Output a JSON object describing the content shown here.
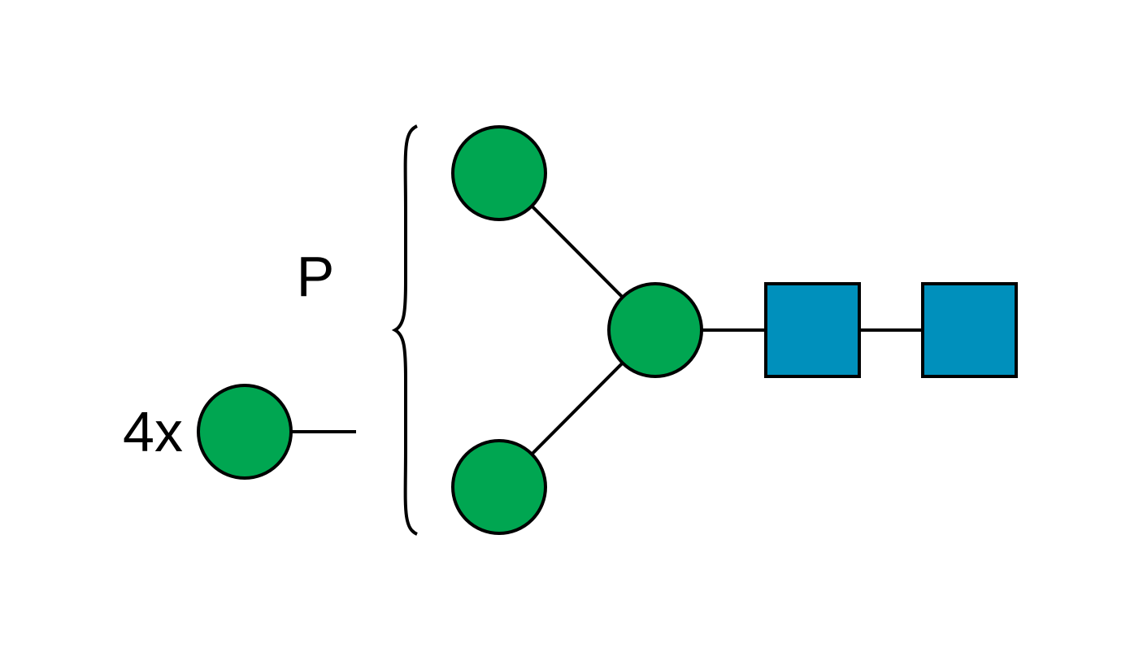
{
  "diagram": {
    "repeat_label": "4x",
    "group_label": "P",
    "colors": {
      "mannose_fill": "#00A651",
      "glcnac_fill": "#0090BC",
      "stroke": "#000000",
      "background": "#ffffff"
    },
    "icons": {
      "mannose": "green-circle",
      "glcnac": "blue-square",
      "bracket": "curly-brace"
    }
  }
}
